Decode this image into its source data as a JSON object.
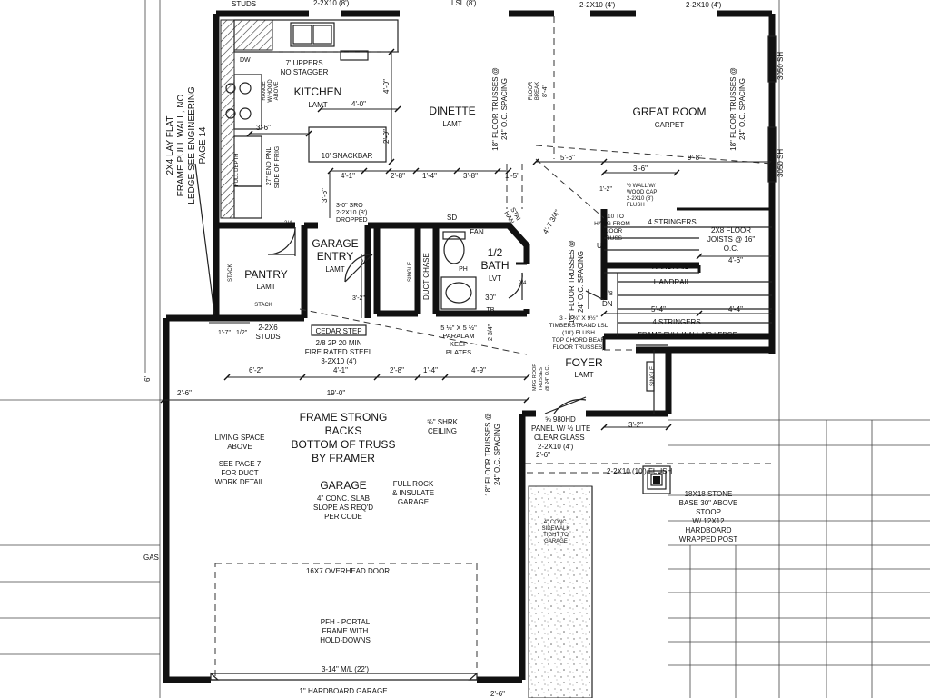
{
  "plan": {
    "rooms": {
      "kitchen": {
        "name": "KITCHEN",
        "finish": "LAMT",
        "note_uppers": [
          "7' UPPERS",
          "NO STAGGER"
        ],
        "snackbar": "10' SNACKBAR"
      },
      "dinette": {
        "name": "DINETTE",
        "finish": "LAMT"
      },
      "great_room": {
        "name": "GREAT ROOM",
        "finish": "CARPET"
      },
      "pantry": {
        "name": "PANTRY",
        "finish": "LAMT",
        "stack": "STACK"
      },
      "garage_entry": {
        "name": [
          "GARAGE",
          "ENTRY"
        ],
        "finish": "LAMT"
      },
      "half_bath": {
        "name": [
          "1/2",
          "BATH"
        ],
        "finish": "LVT",
        "fan": "FAN",
        "ph": "PH",
        "tb": "TB",
        "size": "30\""
      },
      "foyer": {
        "name": "FOYER",
        "finish": "LAMT"
      },
      "garage": {
        "name": "GARAGE",
        "notes": [
          "4\" CONC. SLAB",
          "SLOPE AS REQ'D",
          "PER CODE"
        ]
      }
    },
    "notes": {
      "lay_flat": [
        "2X4 LAY FLAT",
        "FRAME PULL WALL, NO",
        "LEDGE SEE ENGINEERING",
        "PAGE 14"
      ],
      "range": [
        "RANGE",
        "W/HOOD",
        "ABOVE"
      ],
      "frig": [
        "27\" END PNL",
        "SIDE OF FRIG."
      ],
      "full_depth": "FULL DEPTH",
      "dw": "DW",
      "dropped_hdr": [
        "3-0\" SRO",
        "2-2X10 (8')",
        "DROPPED"
      ],
      "floor_trusses_dinette": [
        "18\" FLOOR TRUSSES @",
        "24\" O.C. SPACING"
      ],
      "floor_trusses_great": [
        "18\" FLOOR TRUSSES @",
        "24\" O.C. SPACING"
      ],
      "floor_trusses_mid": [
        "18\" FLOOR TRUSSES @",
        "24\" O.C. SPACING"
      ],
      "floor_trusses_garage": [
        "18\" FLOOR TRUSSES @",
        "24\" O.C. SPACING"
      ],
      "floor_break": [
        "FLOOR",
        "BREAK",
        "8'-4\""
      ],
      "wall_cap": [
        "½ WALL W/",
        "WOOD CAP",
        "2-2X10 (8')",
        "FLUSH"
      ],
      "hang_from": [
        "2X10 TO",
        "HANG FROM",
        "FLOOR",
        "TRUSS"
      ],
      "stringers_top": "4 STRINGERS",
      "stringers_bottom": "4 STRINGERS",
      "floor_joists": [
        "2X8 FLOOR",
        "JOISTS @ 16\"",
        "O.C."
      ],
      "handrail_1": "HANDRAIL",
      "handrail_2": "HANDRAIL",
      "up": "UP",
      "dn": "DN",
      "frame_full_wall": "FRAME FULL WALL NO LEDGE",
      "timberstrand": [
        "3 - 1 ¾\" X 9½\"",
        "TIMBERSTRAND LSL",
        "(10') FLUSH",
        "TOP CHORD BEAR",
        "FLOOR TRUSSES)"
      ],
      "stair": [
        "STAI",
        "HAN"
      ],
      "sd": "SD",
      "duct_chase": "DUCT CHASE",
      "single_1": "SINGLE",
      "single_2": "SINGLE",
      "stack_side": "STACK",
      "cedar_step": "CEDAR STEP",
      "fire_rated": [
        "2/8 2P 20 MIN",
        "FIRE RATED STEEL",
        "3-2X10 (4')"
      ],
      "studs_2x6": [
        "2-2X6",
        "STUDS"
      ],
      "paralam": [
        "5 ½\" X 5 ½\"",
        "PARALAM",
        "KEEP",
        "PLATES"
      ],
      "mfg_roof": [
        "MFG ROOF",
        "TRUSSES",
        "@ 24\" O.C."
      ],
      "frame_strong": [
        "FRAME STRONG",
        "BACKS",
        "BOTTOM OF TRUSS",
        "BY FRAMER"
      ],
      "shrk": [
        "⅝\" SHRK",
        "CEILING"
      ],
      "living_space": [
        "LIVING SPACE",
        "ABOVE"
      ],
      "see_page7": [
        "SEE PAGE 7",
        "FOR DUCT",
        "WORK DETAIL"
      ],
      "full_rock": [
        "FULL ROCK",
        "& INSULATE",
        "GARAGE"
      ],
      "overhead_door": "16X7 OVERHEAD DOOR",
      "pfh": [
        "PFH - PORTAL",
        "FRAME WITH",
        "HOLD-DOWNS"
      ],
      "hd980": "⅝ 980HD",
      "panel_lite": [
        "PANEL W/ ½ LITE",
        "CLEAR GLASS",
        "2-2X10 (4')"
      ],
      "flush_beam": "2-2X10 (10') FLUSH",
      "stone_base": [
        "18X18 STONE",
        "BASE 30\" ABOVE",
        "STOOP",
        "W/ 12X12",
        "HARDBOARD",
        "WRAPPED POST"
      ],
      "sidewalk": [
        "4\" CONC.",
        "SIDEWALK",
        "TIGHT TO",
        "GARAGE"
      ],
      "ml_beam": "3-14\" M/L (22')",
      "hardboard": "1\" HARDBOARD GARAGE",
      "studs_top": "STUDS",
      "top_hdr_1": "2-2X10 (8')",
      "top_hdr_2": "LSL (8')",
      "top_hdr_3": "2-2X10 (4')",
      "top_hdr_4": "2-2X10 (4')",
      "window_1": "3050 SH",
      "window_2": "3050 SH",
      "gas": "GAS",
      "wall_24a": "2/4",
      "wall_24b": "2/4",
      "wall_24c": "2/4",
      "wall_28": "2/8",
      "wall_32": "3'-2\"",
      "wall_234": "2 3/4\"",
      "dim_434": "4'-7 3/4\""
    },
    "dims": {
      "k_40_top": "4'-0\"",
      "k_40_side": "4'-0\"",
      "k_36": "3'-6\"",
      "k_20": "2'-0\"",
      "r_41a": "4'-1\"",
      "r_28a": "2'-8\"",
      "r_14a": "1'-4\"",
      "r_38": "3'-8\"",
      "r_15": "1'-5\"",
      "g_56": "5'-6\"",
      "g_98": "9'-8\"",
      "g_36": "3'-6\"",
      "g_12": "1'-2\"",
      "st_46": "4'-6\"",
      "st_54": "5'-4\"",
      "st_44": "4'-4\"",
      "v_36": "3'-6\"",
      "b_17": "1'-7\"",
      "b_12": "1/2\"",
      "b_62": "6'-2\"",
      "b_41": "4'-1\"",
      "b_28": "2'-8\"",
      "b_14": "1'-4\"",
      "b_49": "4'-9\"",
      "b_190": "19'-0\"",
      "b_26l": "2'-6\"",
      "b_6": "6'",
      "f_32": "3'-2\"",
      "f_26": "2'-6\"",
      "bot_26": "2'-6\""
    }
  }
}
